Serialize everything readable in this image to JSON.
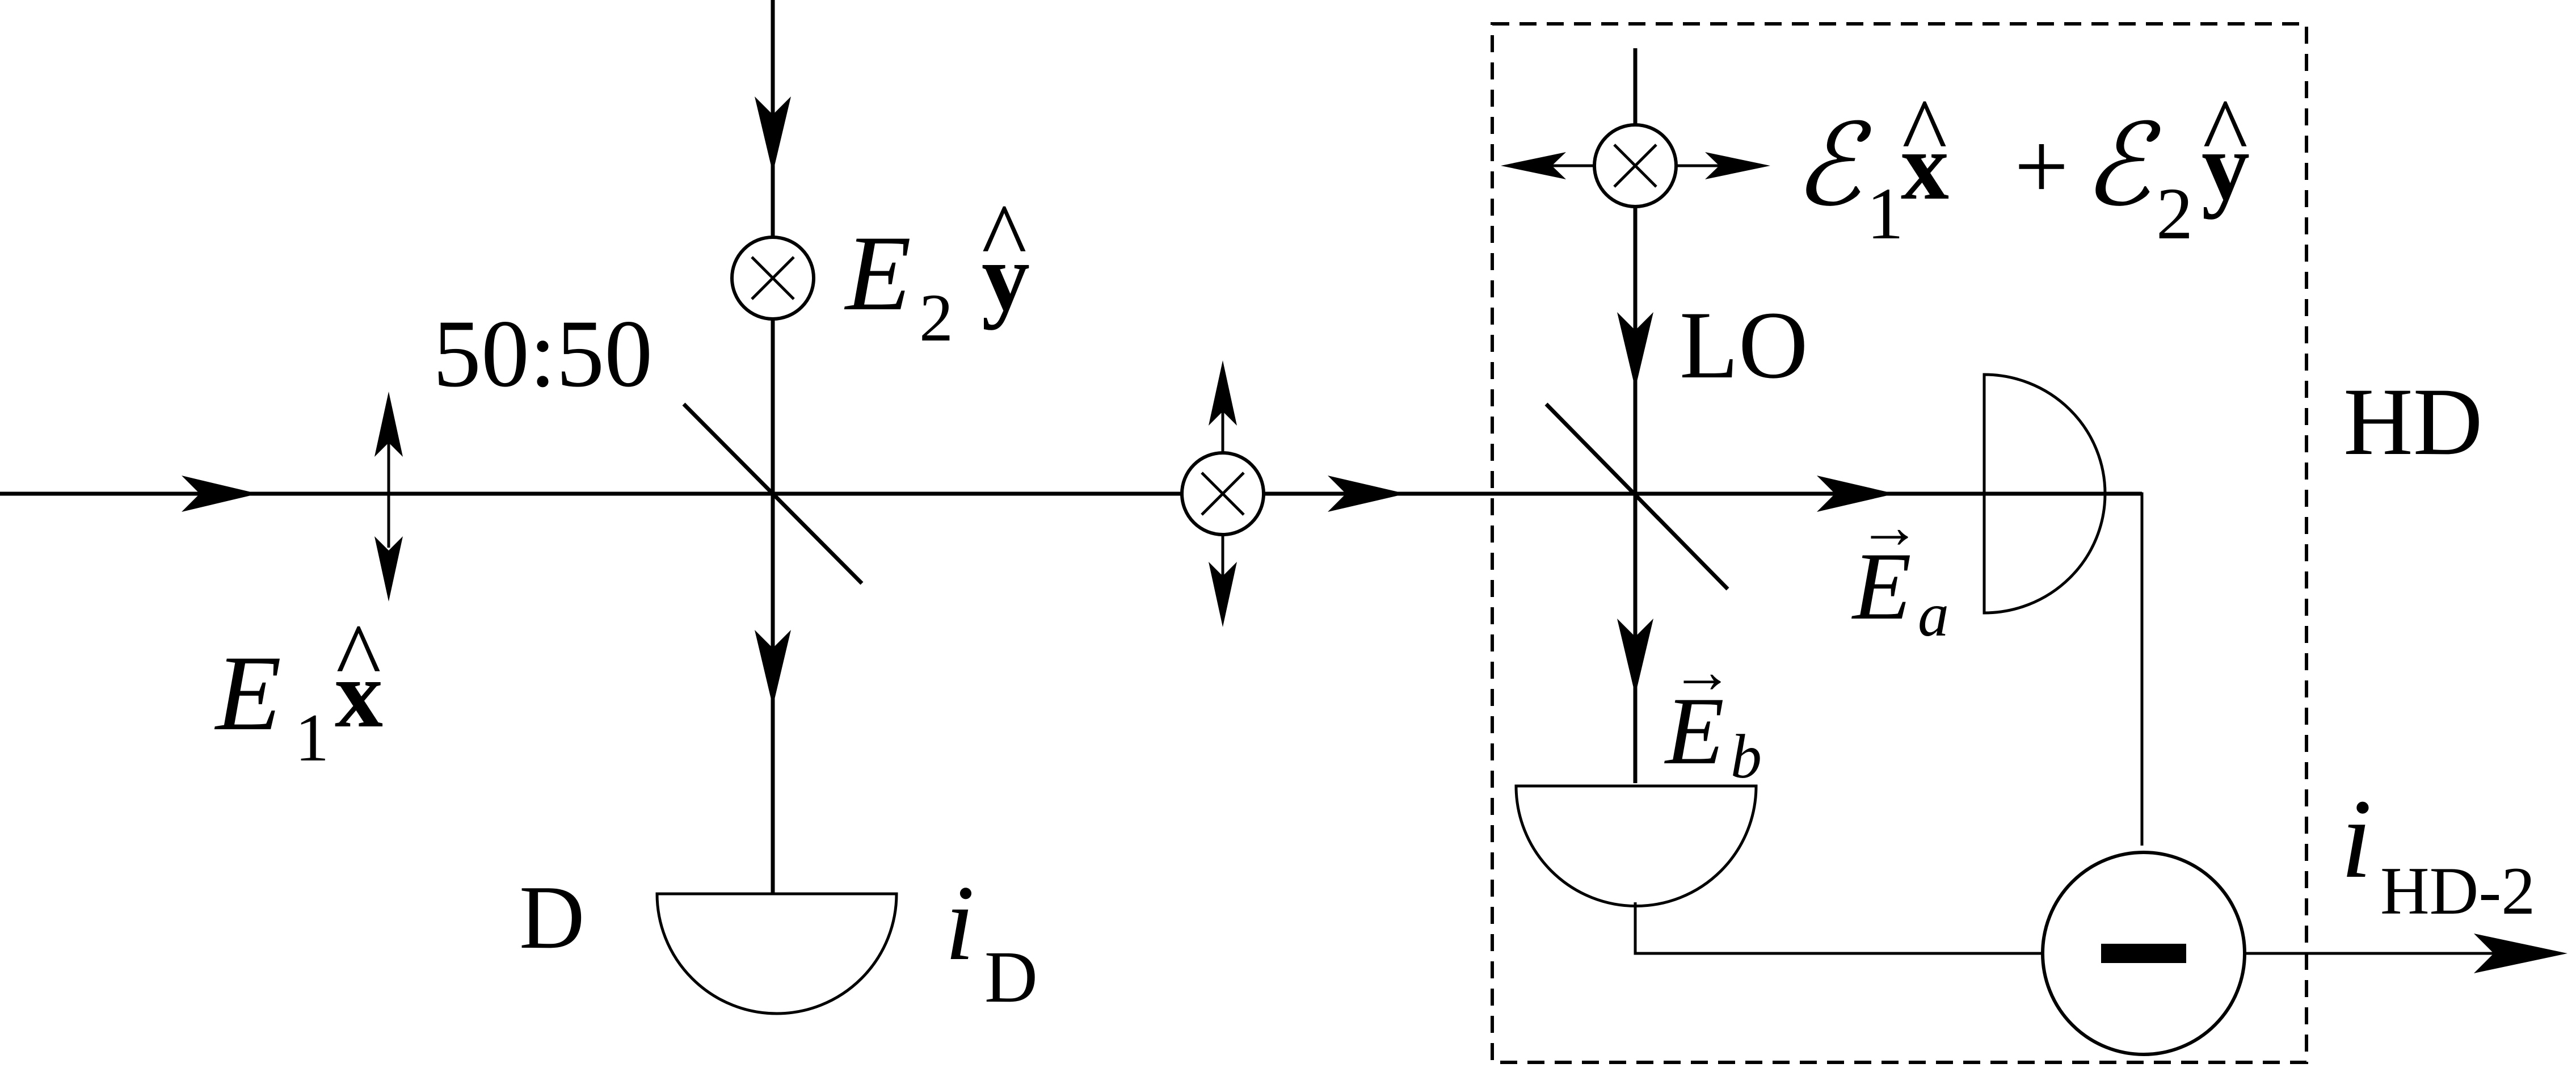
{
  "labels": {
    "splitter_ratio": "50:50",
    "detector_d": "D",
    "current_d_base": "i",
    "current_d_sub": "D",
    "field_e1_base": "E",
    "field_e1_sub": "1",
    "field_e1_vec": "x",
    "field_e2_base": "E",
    "field_e2_sub": "2",
    "field_e2_vec": "y",
    "lo_field_1_base": "ℰ",
    "lo_field_1_sub": "1",
    "lo_field_1_vec": "x",
    "lo_plus": "+",
    "lo_field_2_base": "ℰ",
    "lo_field_2_sub": "2",
    "lo_field_2_vec": "y",
    "lo": "LO",
    "hd": "HD",
    "field_ea_base": "E",
    "field_ea_sub": "a",
    "field_eb_base": "E",
    "field_eb_sub": "b",
    "output_base": "i",
    "output_sub": "HD-2",
    "hat": "^",
    "vec_arrow": "→",
    "minus": "−"
  }
}
